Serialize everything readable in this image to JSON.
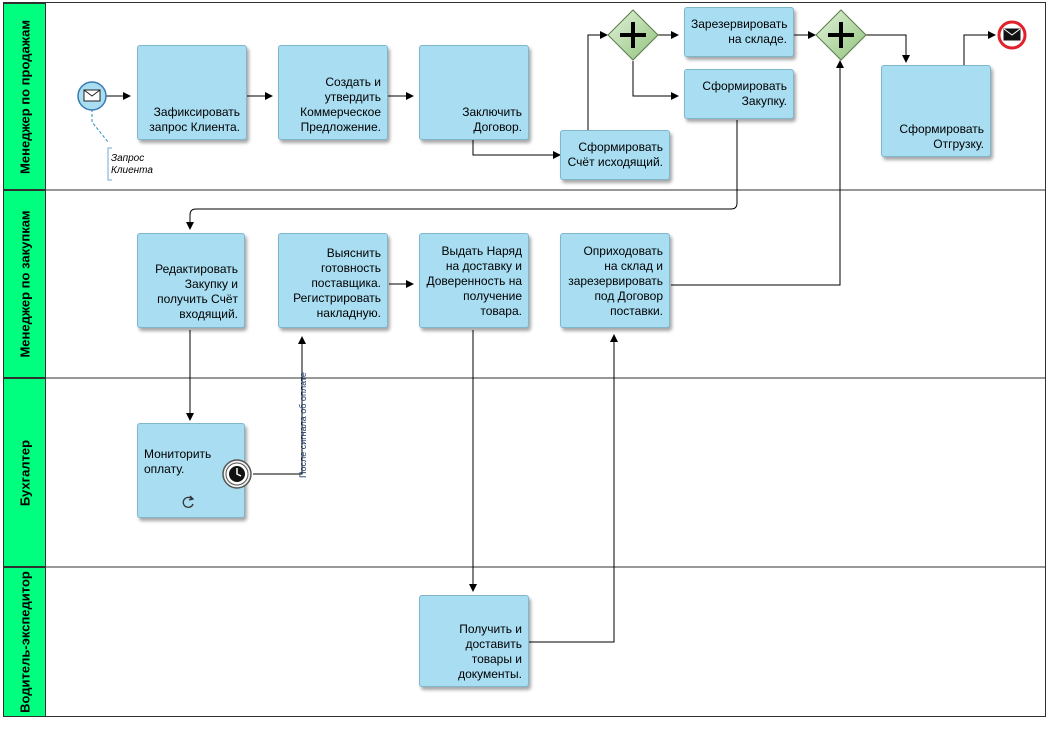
{
  "lanes": [
    {
      "title": "Менеджер по продажам"
    },
    {
      "title": "Менеджер по закупкам"
    },
    {
      "title": "Бухгалтер"
    },
    {
      "title": "Водитель-экспедитор"
    }
  ],
  "tasks": {
    "fix_request": "Зафиксировать запрос Клиента.",
    "create_offer": "Создать и утвердить Коммерческое Предложение.",
    "contract": "Заключить Договор.",
    "invoice": "Сформировать Счёт исходящий.",
    "reserve": "Зарезервировать на складе.",
    "purchase": "Сформировать Закупку.",
    "shipment": "Сформировать Отгрузку.",
    "edit_purchase": "Редактировать Закупку и получить Счёт входящий.",
    "clarify": "Выяснить готовность поставщика. Регистрировать накладную.",
    "issue_order": "Выдать Наряд на доставку и Доверенность на получение товара.",
    "receive_goods": "Оприходовать на склад и зарезервировать под Договор поставки.",
    "monitor_payment": "Мониторить оплату.",
    "deliver": "Получить и доставить товары и документы."
  },
  "annotations": {
    "client_request": "Запрос Клиента",
    "payment_signal": "После сигнала об оплате"
  },
  "icons": {
    "start_event": "envelope-icon",
    "end_event": "envelope-end-icon",
    "timer": "clock-icon",
    "gateway": "parallel-gateway-icon",
    "loop": "loop-icon"
  },
  "colors": {
    "lane_header": "#00ff7f",
    "task_fill": "#a8ddf2",
    "gateway_fill": "#bfe3b0",
    "start_event_fill": "#a8ddf2",
    "end_event_border": "#e0202a"
  }
}
